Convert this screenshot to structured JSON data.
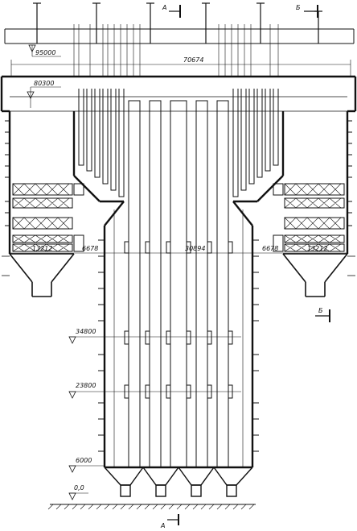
{
  "drawing": {
    "section_marks": {
      "a": "A",
      "b": "Б"
    },
    "dimensions": {
      "overall_width": "70674",
      "inner_width": "30894",
      "side_left": "6678",
      "side_right": "6678",
      "hopper_left": "13212",
      "hopper_right": "13212"
    },
    "elevations": {
      "top": "95000",
      "upper": "80300",
      "mid_high": "34800",
      "mid_low": "23800",
      "low": "6000",
      "ground": "0,0"
    }
  }
}
